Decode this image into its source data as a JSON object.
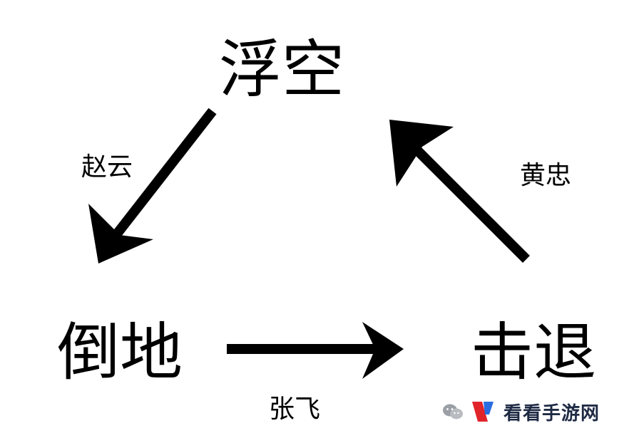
{
  "nodes": {
    "top": "浮空",
    "left": "倒地",
    "right": "击退"
  },
  "edges": {
    "top_to_left": "赵云",
    "left_to_right": "张飞",
    "right_to_top": "黄忠"
  },
  "watermark": {
    "text": "看看手游网",
    "logo_colors": [
      "#e0242a",
      "#2a6de0"
    ],
    "wechat_icon_color": "#9aa0a6"
  }
}
